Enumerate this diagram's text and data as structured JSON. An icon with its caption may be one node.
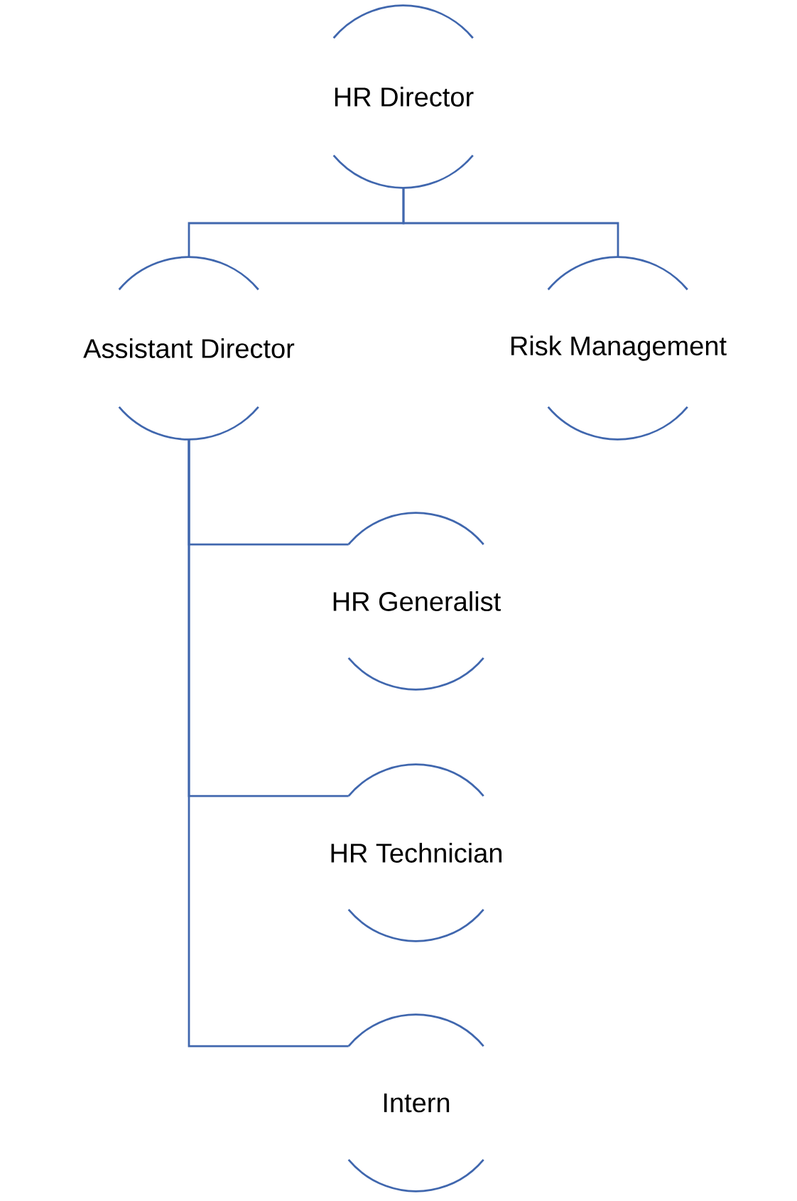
{
  "diagram": {
    "nodes": [
      {
        "text": [
          "HR Director"
        ]
      },
      {
        "text": [
          "Assistant Director"
        ]
      },
      {
        "text": [
          "Risk Management"
        ]
      },
      {
        "text": [
          "HR Generalist"
        ]
      },
      {
        "text": [
          "HR Technician"
        ]
      },
      {
        "text": [
          "Intern"
        ]
      }
    ],
    "edges": [
      {
        "from": 0,
        "to": 1,
        "arrow": "none"
      },
      {
        "from": 0,
        "to": 2,
        "arrow": "none"
      },
      {
        "from": 1,
        "to": 3,
        "arrow": "none"
      },
      {
        "from": 1,
        "to": 4,
        "arrow": "none"
      },
      {
        "from": 1,
        "to": 5,
        "arrow": "none"
      }
    ]
  }
}
